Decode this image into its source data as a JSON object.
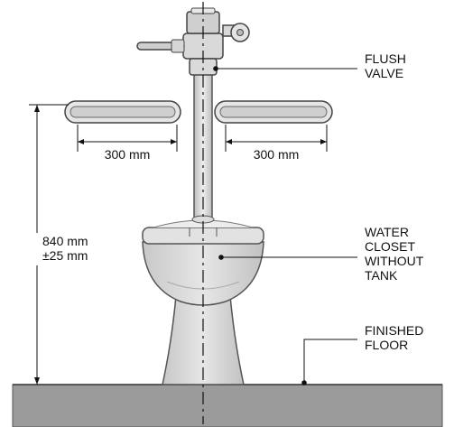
{
  "labels": {
    "flush_valve": [
      "FLUSH",
      "VALVE"
    ],
    "water_closet": [
      "WATER",
      "CLOSET",
      "WITHOUT",
      "TANK"
    ],
    "finished_floor": [
      "FINISHED",
      "FLOOR"
    ]
  },
  "dimensions": {
    "left_grab_bar": "300 mm",
    "right_grab_bar": "300 mm",
    "height_line1": "840 mm",
    "height_line2": "±25 mm"
  },
  "colors": {
    "fixture_fill": "#d7d7d7",
    "fixture_stroke": "#555555",
    "floor_fill": "#9b9b9b",
    "line": "#111111"
  }
}
